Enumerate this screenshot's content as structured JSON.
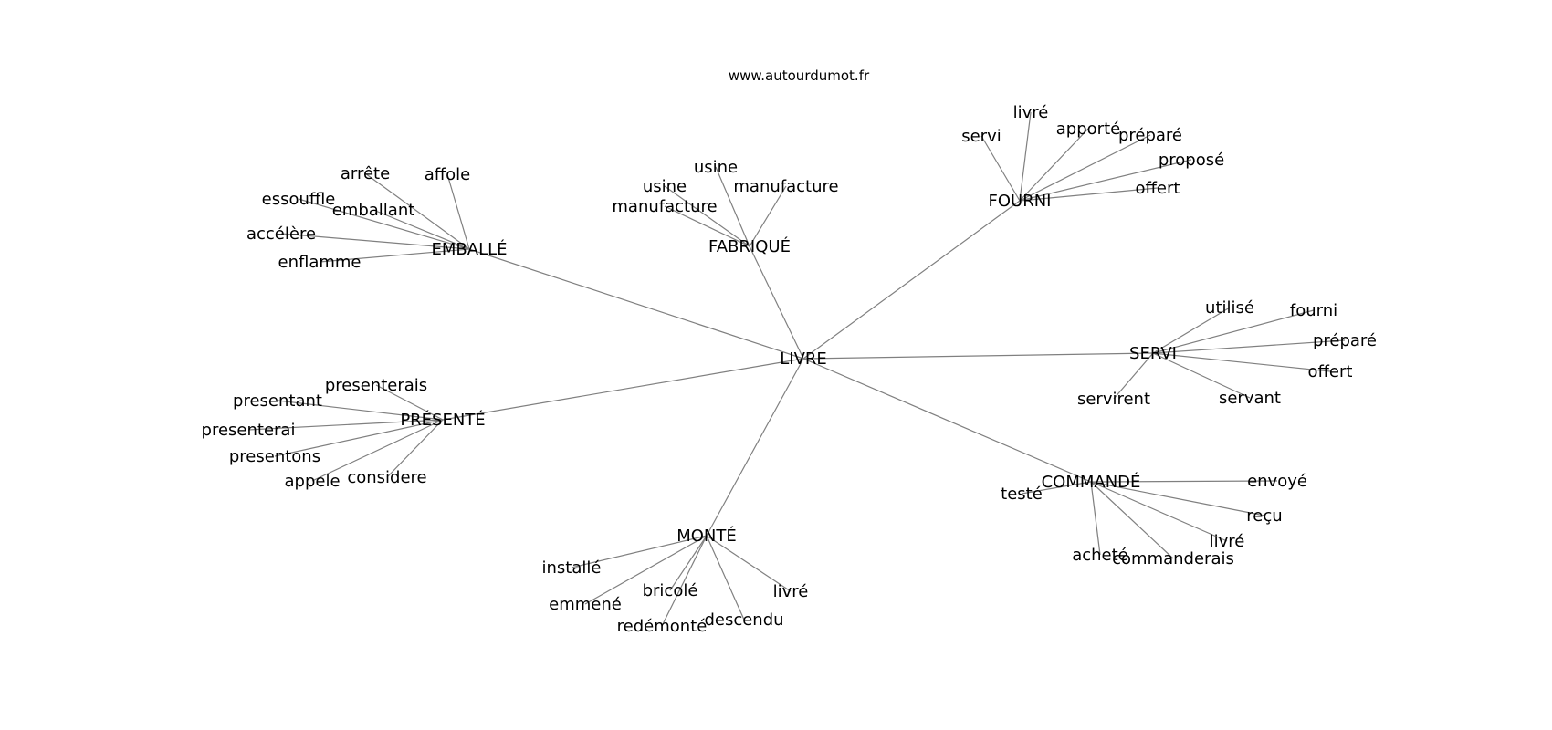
{
  "site": "www.autourdumot.fr",
  "center": "LIVRE",
  "clusters": [
    {
      "label": "EMBALLÉ",
      "words": [
        "arrête",
        "affole",
        "essouffle",
        "emballant",
        "accélère",
        "enflamme"
      ]
    },
    {
      "label": "FABRIQUÉ",
      "words": [
        "usine",
        "usine",
        "manufacture",
        "manufacture"
      ]
    },
    {
      "label": "FOURNI",
      "words": [
        "livré",
        "servi",
        "apporté",
        "préparé",
        "proposé",
        "offert"
      ]
    },
    {
      "label": "SERVI",
      "words": [
        "utilisé",
        "fourni",
        "préparé",
        "offert",
        "servirent",
        "servant"
      ]
    },
    {
      "label": "PRÉSENTÉ",
      "words": [
        "presenterais",
        "presentant",
        "presenterai",
        "presentons",
        "appele",
        "considere"
      ]
    },
    {
      "label": "COMMANDÉ",
      "words": [
        "testé",
        "envoyé",
        "reçu",
        "livré",
        "acheté",
        "commanderais"
      ]
    },
    {
      "label": "MONTÉ",
      "words": [
        "installé",
        "emmené",
        "bricolé",
        "livré",
        "redémonté",
        "descendu"
      ]
    }
  ],
  "colors": {
    "edge": "#808080",
    "text": "#000000",
    "background": "#ffffff"
  }
}
